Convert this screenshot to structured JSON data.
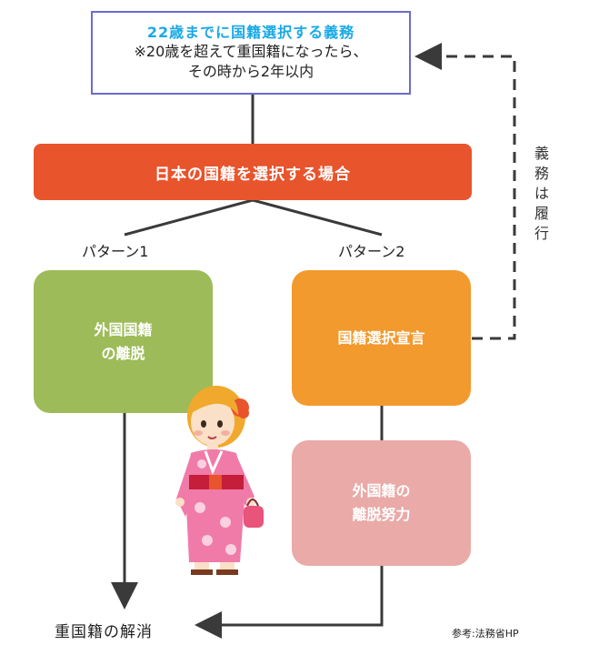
{
  "top_box": {
    "line1": "22歳までに国籍選択する義務",
    "line2": "※20歳を超えて重国籍になったら、",
    "line3": "その時から2年以内"
  },
  "red_bar": {
    "label": "日本の国籍を選択する場合"
  },
  "pattern1": {
    "label": "パターン1"
  },
  "pattern2": {
    "label": "パターン2"
  },
  "green_box": {
    "line1": "外国国籍",
    "line2": "の離脱"
  },
  "orange_box": {
    "label": "国籍選択宣言"
  },
  "pink_box": {
    "line1": "外国籍の",
    "line2": "離脱努力"
  },
  "side_label": {
    "chars": [
      "義",
      "務",
      "は",
      "履",
      "行"
    ]
  },
  "final": {
    "label": "重国籍の解消"
  },
  "source": {
    "label": "参考:法務省HP"
  },
  "colors": {
    "top_box_border": "#6b6bd0",
    "title_blue": "#1aa9e6",
    "red_bar": "#e8542c",
    "green": "#9dbb59",
    "orange": "#f29a2e",
    "pink": "#e9aaa8",
    "connector": "#3a3a3a"
  }
}
